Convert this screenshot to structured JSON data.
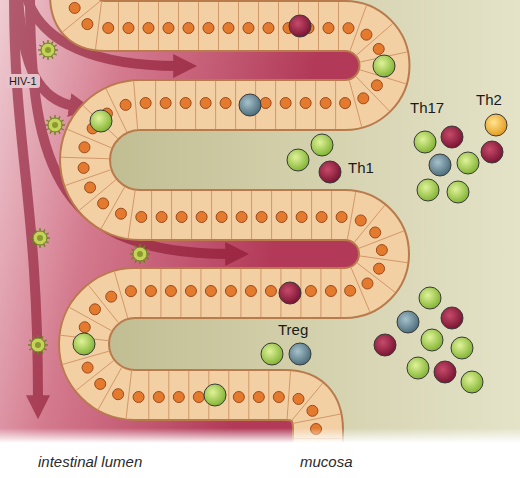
{
  "diagram": {
    "labels": [
      "HIV-1",
      "Th17",
      "Th2",
      "Th1",
      "Treg",
      "intestinal lumen",
      "mucosa"
    ]
  }
}
